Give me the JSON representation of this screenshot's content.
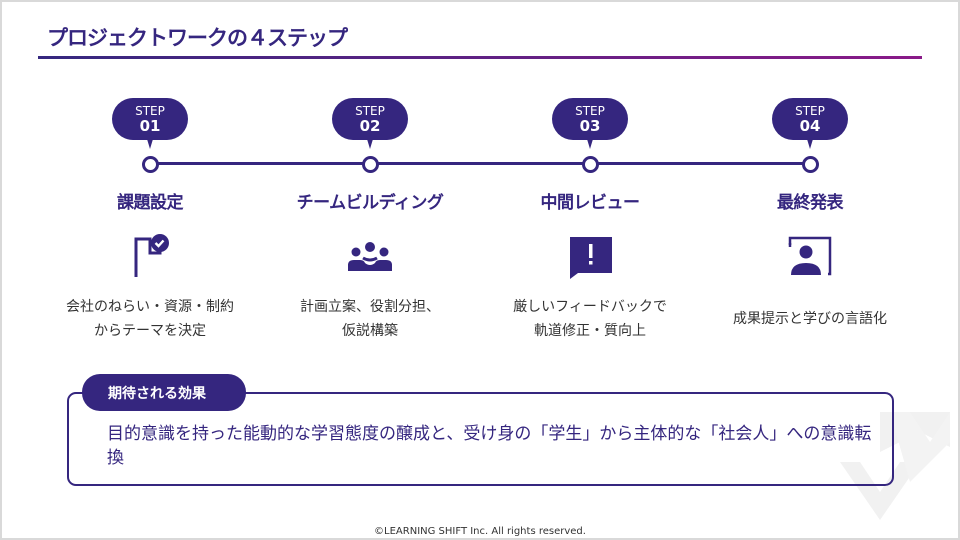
{
  "title": "プロジェクトワークの４ステップ",
  "steps": [
    {
      "label": "STEP",
      "num": "01",
      "title": "課題設定",
      "icon": "flag-check-icon",
      "desc": "会社のねらい・資源・制約\nからテーマを決定"
    },
    {
      "label": "STEP",
      "num": "02",
      "title": "チームビルディング",
      "icon": "team-icon",
      "desc": "計画立案、役割分担、\n仮説構築"
    },
    {
      "label": "STEP",
      "num": "03",
      "title": "中間レビュー",
      "icon": "alert-comment-icon",
      "desc": "厳しいフィードバックで\n軌道修正・質向上"
    },
    {
      "label": "STEP",
      "num": "04",
      "title": "最終発表",
      "icon": "presentation-icon",
      "desc": "成果提示と学びの言語化"
    }
  ],
  "effect": {
    "label": "期待される効果",
    "text": "目的意識を持った能動的な学習態度の醸成と、受け身の「学生」から主体的な「社会人」への意識転換"
  },
  "footer": "©LEARNING SHIFT Inc. All rights reserved.",
  "colors": {
    "primary": "#35267f",
    "accent": "#8a1a88"
  }
}
